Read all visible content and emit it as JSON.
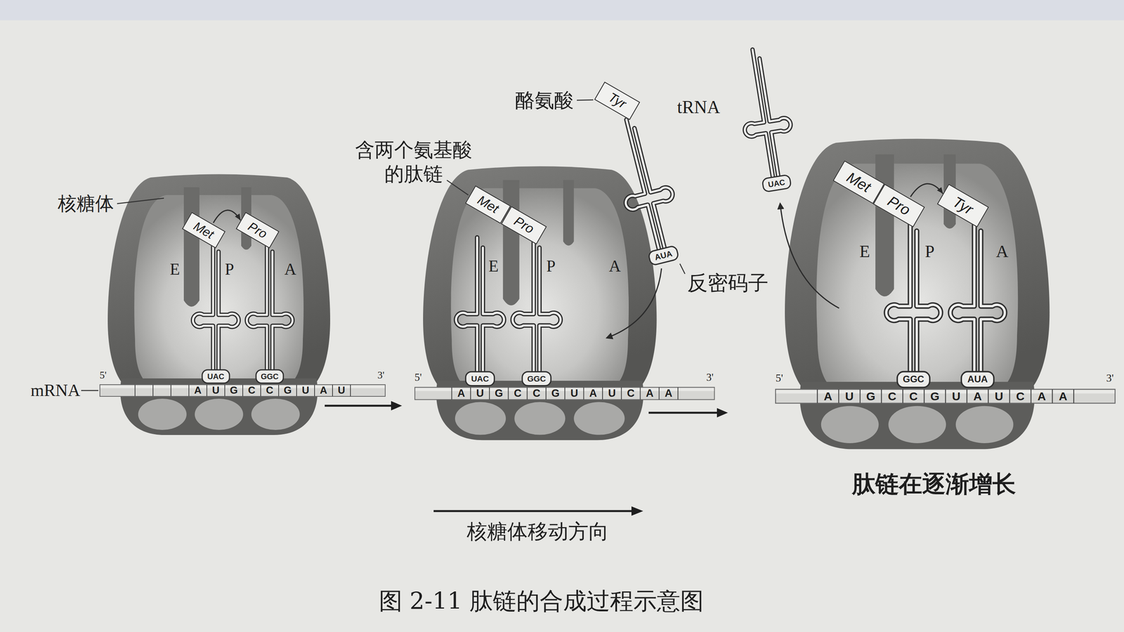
{
  "diagram": {
    "caption": "图 2-11 肽链的合成过程示意图",
    "nodes": [
      {
        "text": [
          "Met"
        ]
      },
      {
        "text": [
          "Pro"
        ]
      },
      {
        "text": [
          "Met"
        ]
      },
      {
        "text": [
          "Pro"
        ]
      },
      {
        "text": [
          "Tyr"
        ]
      },
      {
        "text": [
          "Met"
        ]
      },
      {
        "text": [
          "Pro"
        ]
      },
      {
        "text": [
          "Tyr"
        ]
      }
    ],
    "edges": [
      {
        "from": 0,
        "to": 1,
        "arrow": "to"
      },
      {
        "from": 6,
        "to": 7,
        "arrow": "to"
      }
    ],
    "labels": [
      "核糖体",
      "E",
      "P",
      "A",
      "mRNA",
      "5'",
      "3'",
      "UAC",
      "GGC",
      "A",
      "U",
      "G",
      "C",
      "C",
      "G",
      "U",
      "A",
      "U",
      "含两个氨基酸 的肽链",
      "酪氨酸",
      "tRNA",
      "E",
      "P",
      "A",
      "反密码子",
      "AUA",
      "UAC",
      "GGC",
      "5'",
      "3'",
      "A",
      "U",
      "G",
      "C",
      "C",
      "G",
      "U",
      "A",
      "U",
      "C",
      "A",
      "A",
      "核糖体移动方向",
      "UAC",
      "E",
      "P",
      "A",
      "GGC",
      "AUA",
      "5'",
      "3'",
      "A",
      "U",
      "G",
      "C",
      "C",
      "G",
      "U",
      "A",
      "U",
      "C",
      "A",
      "A",
      "肽链在逐渐增长"
    ]
  }
}
